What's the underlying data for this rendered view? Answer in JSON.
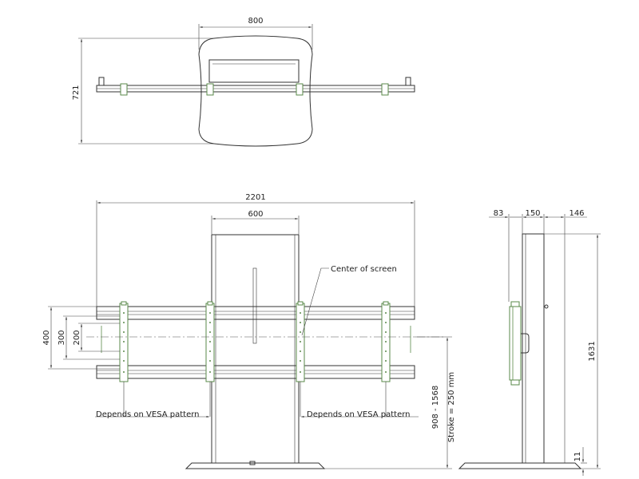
{
  "top_view": {
    "width_label": "800",
    "depth_label": "721"
  },
  "front_view": {
    "overall_width_label": "2201",
    "column_width_label": "600",
    "vesa_outer_label": "400",
    "vesa_inner_label": "200",
    "center_label": "Center of screen",
    "height_range_label": "908 - 1568",
    "stroke_label": "Stroke = 250 mm",
    "vesa_note_left": "Depends on VESA pattern",
    "vesa_note_right": "Depends on VESA pattern"
  },
  "side_view": {
    "offset_label": "83",
    "column_depth_label": "150",
    "rear_label": "146",
    "height_label": "1631",
    "base_label": "11"
  }
}
